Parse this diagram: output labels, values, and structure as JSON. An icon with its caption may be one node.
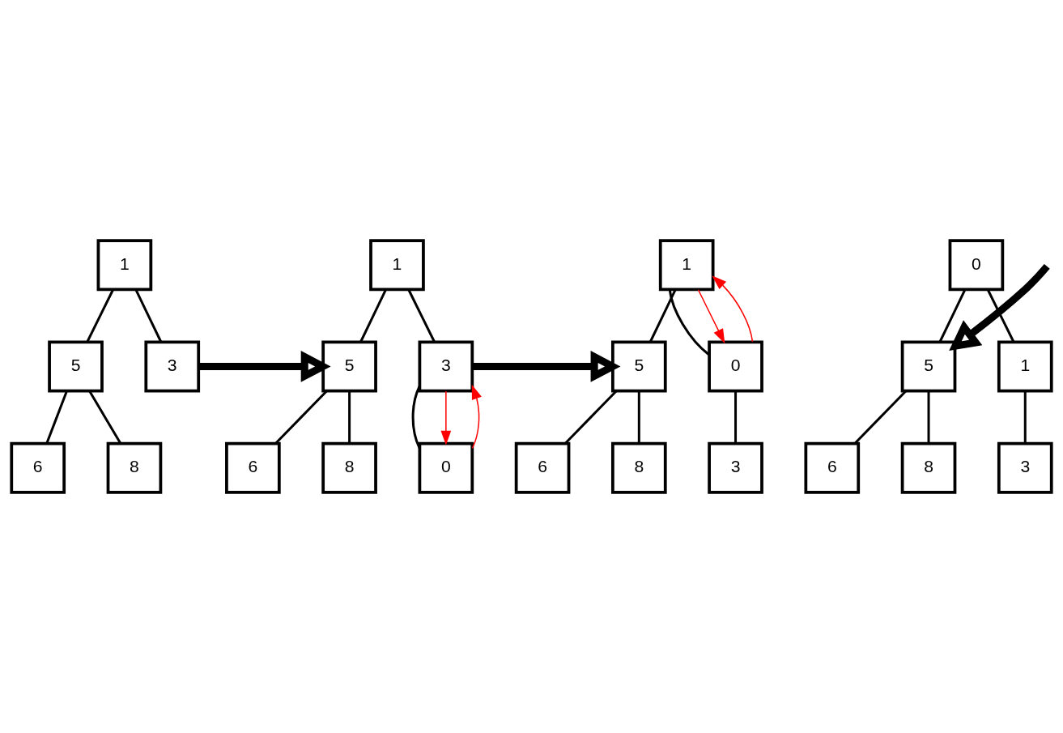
{
  "diagram": {
    "nodes": [
      {
        "text": [
          "1"
        ]
      },
      {
        "text": [
          "5"
        ]
      },
      {
        "text": [
          "3"
        ]
      },
      {
        "text": [
          "6"
        ]
      },
      {
        "text": [
          "8"
        ]
      },
      {
        "text": [
          "1"
        ]
      },
      {
        "text": [
          "5"
        ]
      },
      {
        "text": [
          "3"
        ]
      },
      {
        "text": [
          "6"
        ]
      },
      {
        "text": [
          "8"
        ]
      },
      {
        "text": [
          "0"
        ]
      },
      {
        "text": [
          "1"
        ]
      },
      {
        "text": [
          "5"
        ]
      },
      {
        "text": [
          "0"
        ]
      },
      {
        "text": [
          "6"
        ]
      },
      {
        "text": [
          "8"
        ]
      },
      {
        "text": [
          "3"
        ]
      },
      {
        "text": [
          "0"
        ]
      },
      {
        "text": [
          "5"
        ]
      },
      {
        "text": [
          "1"
        ]
      },
      {
        "text": [
          "6"
        ]
      },
      {
        "text": [
          "8"
        ]
      },
      {
        "text": [
          "3"
        ]
      }
    ],
    "edges": [
      {
        "from": 0,
        "to": 1,
        "arrow": "none"
      },
      {
        "from": 0,
        "to": 2,
        "arrow": "none"
      },
      {
        "from": 1,
        "to": 3,
        "arrow": "none"
      },
      {
        "from": 1,
        "to": 4,
        "arrow": "none"
      },
      {
        "from": 2,
        "to": 6,
        "arrow": "to",
        "style": "thick"
      },
      {
        "from": 5,
        "to": 6,
        "arrow": "none"
      },
      {
        "from": 5,
        "to": 7,
        "arrow": "none"
      },
      {
        "from": 6,
        "to": 8,
        "arrow": "none"
      },
      {
        "from": 6,
        "to": 9,
        "arrow": "none"
      },
      {
        "from": 7,
        "to": 10,
        "arrow": "none"
      },
      {
        "from": 7,
        "to": 10,
        "arrow": "to",
        "color": "#ff0000"
      },
      {
        "from": 10,
        "to": 7,
        "arrow": "to",
        "color": "#ff0000"
      },
      {
        "from": 7,
        "to": 12,
        "arrow": "to",
        "style": "thick"
      },
      {
        "from": 11,
        "to": 12,
        "arrow": "none"
      },
      {
        "from": 11,
        "to": 13,
        "arrow": "none"
      },
      {
        "from": 12,
        "to": 14,
        "arrow": "none"
      },
      {
        "from": 12,
        "to": 15,
        "arrow": "none"
      },
      {
        "from": 13,
        "to": 16,
        "arrow": "none"
      },
      {
        "from": 11,
        "to": 13,
        "arrow": "to",
        "color": "#ff0000"
      },
      {
        "from": 13,
        "to": 11,
        "arrow": "to",
        "color": "#ff0000"
      },
      {
        "from": null,
        "to": 18,
        "arrow": "to",
        "style": "thick"
      },
      {
        "from": 17,
        "to": 18,
        "arrow": "none"
      },
      {
        "from": 17,
        "to": 19,
        "arrow": "none"
      },
      {
        "from": 18,
        "to": 20,
        "arrow": "none"
      },
      {
        "from": 18,
        "to": 21,
        "arrow": "none"
      },
      {
        "from": 19,
        "to": 22,
        "arrow": "none"
      }
    ]
  }
}
